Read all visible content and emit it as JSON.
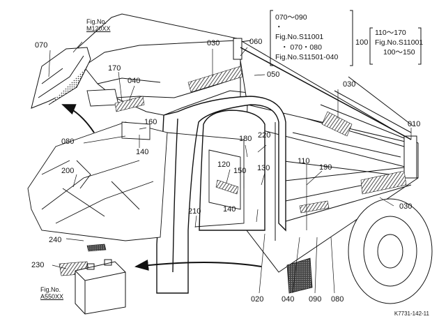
{
  "parts": {
    "p010": "010",
    "p020": "020",
    "p030a": "030",
    "p030b": "030",
    "p030c": "030",
    "p040a": "040",
    "p040b": "040",
    "p050": "050",
    "p060": "060",
    "p070": "070",
    "p080a": "080",
    "p080b": "080",
    "p090": "090",
    "p100": "100",
    "p110": "110",
    "p120": "120",
    "p130": "130",
    "p140a": "140",
    "p140b": "140",
    "p150": "150",
    "p160": "160",
    "p170": "170",
    "p180": "180",
    "p190": "190",
    "p200": "200",
    "p210": "210",
    "p220": "220",
    "p230": "230",
    "p240": "240"
  },
  "figrefs": {
    "top": {
      "line1": "Fig.No.",
      "line2": "M120XX"
    },
    "bottom": {
      "line1": "Fig.No.",
      "line2": "A550XX"
    }
  },
  "notes": {
    "left": {
      "l1": "070〜090",
      "l2": "・",
      "l3": "Fig.No.S11001",
      "l4": "・ 070・080",
      "l5": "Fig.No.S11501-040"
    },
    "right": {
      "l1": "110〜170",
      "l2": "Fig.No.S11001",
      "l3": "100〜150"
    }
  },
  "drawing_code": "K7731-142-11"
}
